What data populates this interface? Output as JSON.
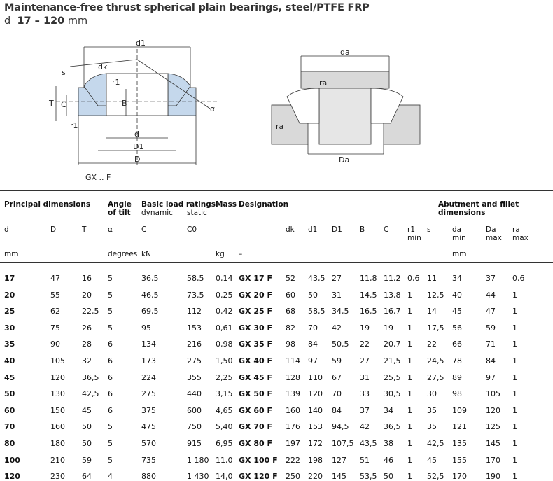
{
  "title": "Maintenance-free thrust spherical plain bearings, steel/PTFE FRP",
  "subtitle": {
    "prefix": "d",
    "range": "17 – 120",
    "unit": "mm"
  },
  "figure_left": {
    "caption": "GX .. F",
    "labels": {
      "d1": "d1",
      "dk": "dk",
      "s": "s",
      "r1_top": "r1",
      "T": "T",
      "C": "C",
      "B": "B",
      "alpha": "α",
      "r1_bottom": "r1",
      "d": "d",
      "D1": "D1",
      "D": "D"
    }
  },
  "figure_right": {
    "labels": {
      "da": "da",
      "ra_top": "ra",
      "ra_left": "ra",
      "Da": "Da"
    }
  },
  "headers": {
    "principal_dimensions": "Principal dimensions",
    "angle_of_tilt": [
      "Angle",
      "of tilt"
    ],
    "basic_load_ratings": "Basic load ratings",
    "dynamic": "dynamic",
    "static": "static",
    "mass": "Mass",
    "designation": "Designation",
    "abutment": "Abutment and fillet dimensions",
    "symbols": {
      "d": "d",
      "D": "D",
      "T": "T",
      "alpha": "α",
      "C": "C",
      "C0": "C0",
      "dk": "dk",
      "d1": "d1",
      "D1": "D1",
      "B": "B",
      "C2": "C",
      "r1": [
        "r1",
        "min"
      ],
      "s": "s",
      "da": [
        "da",
        "min"
      ],
      "Da": [
        "Da",
        "max"
      ],
      "ra": [
        "ra",
        "max"
      ]
    },
    "units": {
      "mm": "mm",
      "degrees": "degrees",
      "kN": "kN",
      "kg": "kg",
      "dash": "–",
      "mm2": "mm"
    }
  },
  "rows": [
    [
      "17",
      "47",
      "16",
      "5",
      "36,5",
      "58,5",
      "0,14",
      "GX 17 F",
      "52",
      "43,5",
      "27",
      "11,8",
      "11,2",
      "0,6",
      "11",
      "34",
      "37",
      "0,6"
    ],
    [
      "20",
      "55",
      "20",
      "5",
      "46,5",
      "73,5",
      "0,25",
      "GX 20 F",
      "60",
      "50",
      "31",
      "14,5",
      "13,8",
      "1",
      "12,5",
      "40",
      "44",
      "1"
    ],
    [
      "25",
      "62",
      "22,5",
      "5",
      "69,5",
      "112",
      "0,42",
      "GX 25 F",
      "68",
      "58,5",
      "34,5",
      "16,5",
      "16,7",
      "1",
      "14",
      "45",
      "47",
      "1"
    ],
    [
      "30",
      "75",
      "26",
      "5",
      "95",
      "153",
      "0,61",
      "GX 30 F",
      "82",
      "70",
      "42",
      "19",
      "19",
      "1",
      "17,5",
      "56",
      "59",
      "1"
    ],
    [
      "35",
      "90",
      "28",
      "6",
      "134",
      "216",
      "0,98",
      "GX 35 F",
      "98",
      "84",
      "50,5",
      "22",
      "20,7",
      "1",
      "22",
      "66",
      "71",
      "1"
    ],
    [
      "40",
      "105",
      "32",
      "6",
      "173",
      "275",
      "1,50",
      "GX 40 F",
      "114",
      "97",
      "59",
      "27",
      "21,5",
      "1",
      "24,5",
      "78",
      "84",
      "1"
    ],
    [
      "45",
      "120",
      "36,5",
      "6",
      "224",
      "355",
      "2,25",
      "GX 45 F",
      "128",
      "110",
      "67",
      "31",
      "25,5",
      "1",
      "27,5",
      "89",
      "97",
      "1"
    ],
    [
      "50",
      "130",
      "42,5",
      "6",
      "275",
      "440",
      "3,15",
      "GX 50 F",
      "139",
      "120",
      "70",
      "33",
      "30,5",
      "1",
      "30",
      "98",
      "105",
      "1"
    ],
    [
      "60",
      "150",
      "45",
      "6",
      "375",
      "600",
      "4,65",
      "GX 60 F",
      "160",
      "140",
      "84",
      "37",
      "34",
      "1",
      "35",
      "109",
      "120",
      "1"
    ],
    [
      "70",
      "160",
      "50",
      "5",
      "475",
      "750",
      "5,40",
      "GX 70 F",
      "176",
      "153",
      "94,5",
      "42",
      "36,5",
      "1",
      "35",
      "121",
      "125",
      "1"
    ],
    [
      "80",
      "180",
      "50",
      "5",
      "570",
      "915",
      "6,95",
      "GX 80 F",
      "197",
      "172",
      "107,5",
      "43,5",
      "38",
      "1",
      "42,5",
      "135",
      "145",
      "1"
    ],
    [
      "100",
      "210",
      "59",
      "5",
      "735",
      "1 180",
      "11,0",
      "GX 100 F",
      "222",
      "198",
      "127",
      "51",
      "46",
      "1",
      "45",
      "155",
      "170",
      "1"
    ],
    [
      "120",
      "230",
      "64",
      "4",
      "880",
      "1 430",
      "14,0",
      "GX 120 F",
      "250",
      "220",
      "145",
      "53,5",
      "50",
      "1",
      "52,5",
      "170",
      "190",
      "1"
    ]
  ]
}
